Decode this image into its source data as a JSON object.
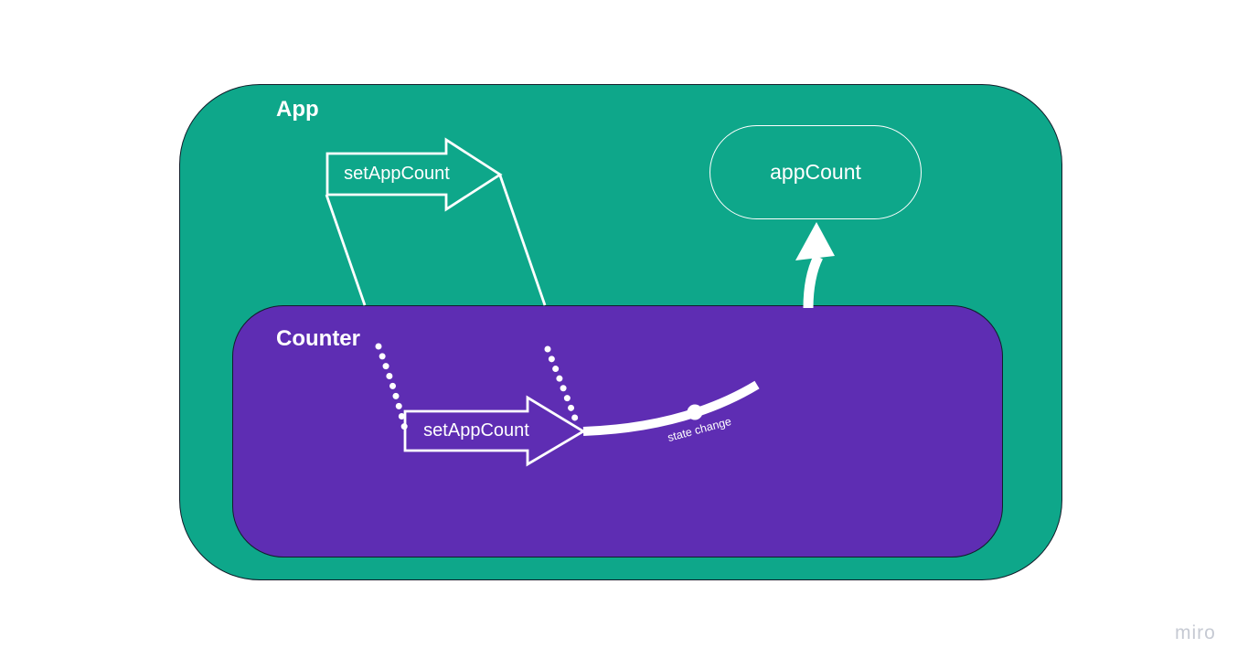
{
  "colors": {
    "app-fill": "#0ea78a",
    "counter-fill": "#5e2db3",
    "shape-border": "#121d2a",
    "stroke-white": "#ffffff",
    "watermark-gray": "#c6cad3"
  },
  "app": {
    "title": "App",
    "prop_arrow_label": "setAppCount",
    "state_pill_label": "appCount"
  },
  "counter": {
    "title": "Counter",
    "prop_arrow_label": "setAppCount",
    "state_change_label": "state change"
  },
  "board": {
    "watermark": "miro"
  }
}
